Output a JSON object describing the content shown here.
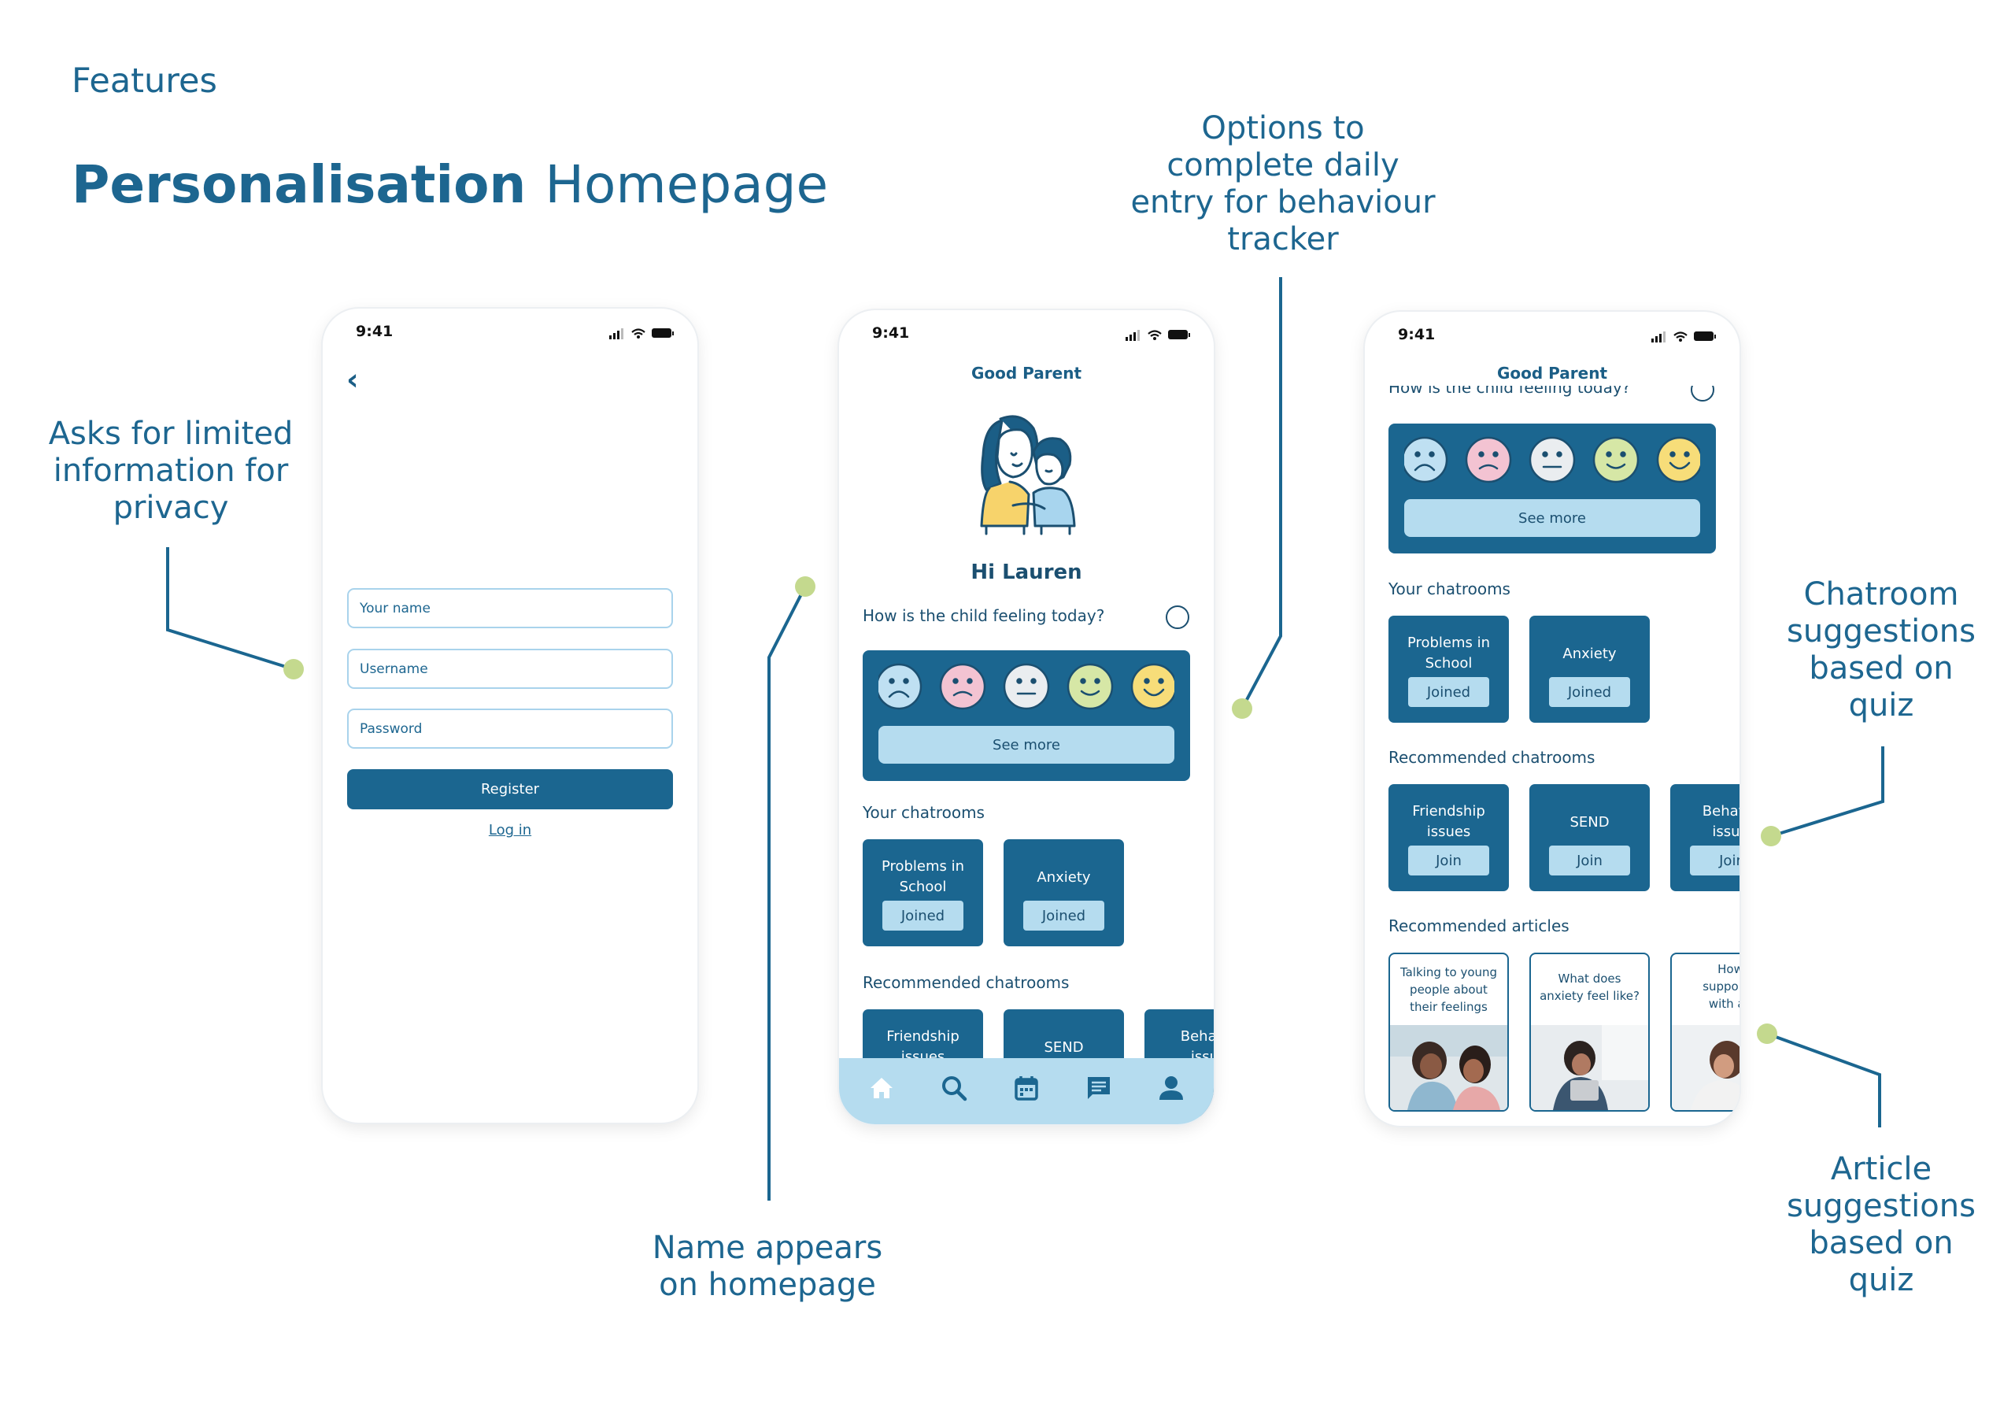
{
  "header": {
    "section": "Features",
    "title_bold": "Personalisation",
    "title_regular": "Homepage"
  },
  "annotations": {
    "privacy": [
      "Asks for limited",
      "information for",
      "privacy"
    ],
    "name": [
      "Name appears",
      "on homepage"
    ],
    "tracker": [
      "Options to",
      "complete daily",
      "entry for behaviour",
      "tracker"
    ],
    "chatroom": [
      "Chatroom",
      "suggestions",
      "based on",
      "quiz"
    ],
    "article": [
      "Article",
      "suggestions",
      "based on",
      "quiz"
    ]
  },
  "colors": {
    "primary": "#1b6690",
    "light": "#b5dcef",
    "dot": "#c4d98e",
    "text": "#1d6690"
  },
  "status_bar": {
    "time": "9:41"
  },
  "register_screen": {
    "back_icon": "chevron-left-icon",
    "name_placeholder": "Your name",
    "username_placeholder": "Username",
    "password_placeholder": "Password",
    "register_label": "Register",
    "login_label": "Log in"
  },
  "home_screen": {
    "app_title": "Good Parent",
    "greeting": "Hi Lauren",
    "question": "How is the child feeling today?",
    "see_more": "See more",
    "your_chatrooms_title": "Your chatrooms",
    "your_chatrooms": [
      {
        "line1": "Problems in",
        "line2": "School",
        "status": "Joined"
      },
      {
        "line1": "Anxiety",
        "line2": "",
        "status": "Joined"
      }
    ],
    "recommended_title": "Recommended chatrooms",
    "recommended": [
      {
        "line1": "Friendship",
        "line2": "issues"
      },
      {
        "line1": "SEND",
        "line2": ""
      },
      {
        "line1": "Behavi",
        "line2": "issu"
      }
    ],
    "nav_icons": [
      "home-icon",
      "search-icon",
      "calendar-icon",
      "chat-icon",
      "profile-icon"
    ]
  },
  "scrolled_screen": {
    "app_title": "Good Parent",
    "question_partial": "How is the child feeling today?",
    "see_more": "See more",
    "your_chatrooms_title": "Your chatrooms",
    "your_chatrooms": [
      {
        "line1": "Problems in",
        "line2": "School",
        "status": "Joined"
      },
      {
        "line1": "Anxiety",
        "line2": "",
        "status": "Joined"
      }
    ],
    "recommended_title": "Recommended chatrooms",
    "recommended": [
      {
        "line1": "Friendship",
        "line2": "issues",
        "action": "Join"
      },
      {
        "line1": "SEND",
        "line2": "",
        "action": "Join"
      },
      {
        "line1": "Behavic",
        "line2": "issue",
        "action": "Joir"
      }
    ],
    "articles_title": "Recommended articles",
    "articles": [
      {
        "line1": "Talking to young",
        "line2": "people about",
        "line3": "their feelings"
      },
      {
        "line1": "What does",
        "line2": "anxiety feel like?",
        "line3": ""
      },
      {
        "line1": "How",
        "line2": "support c",
        "line3": "with an"
      }
    ]
  }
}
